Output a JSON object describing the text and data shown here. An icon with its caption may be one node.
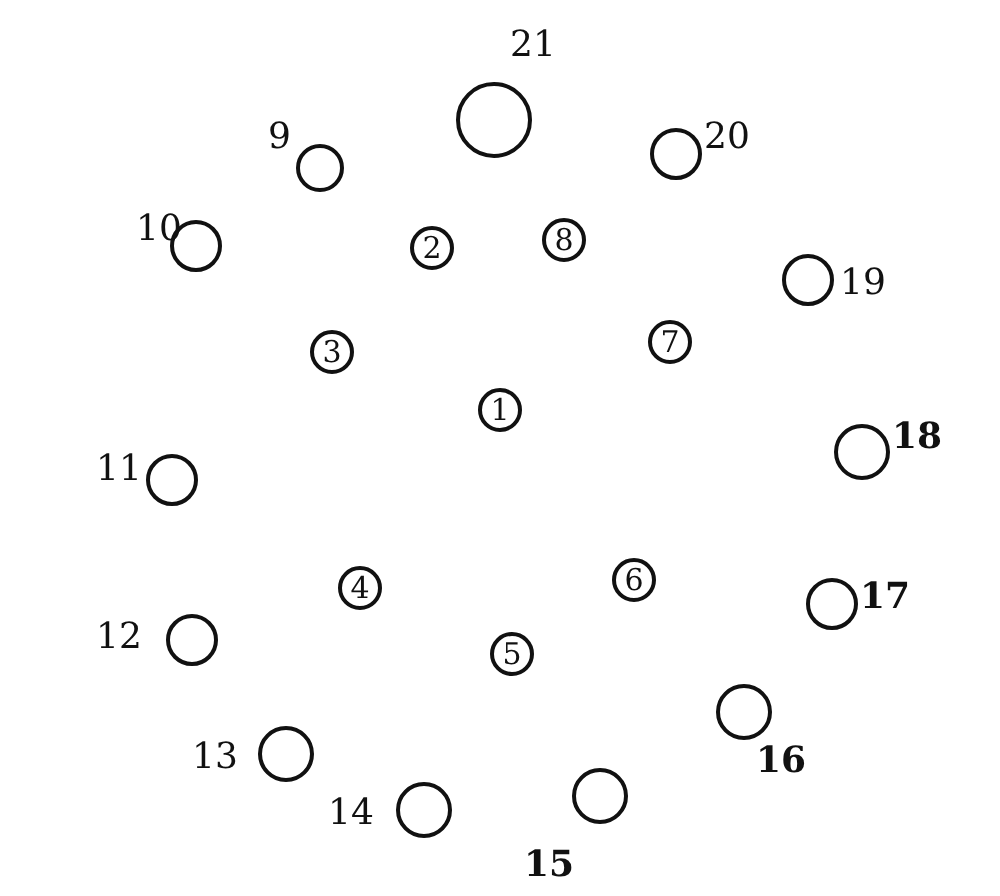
{
  "diagram": {
    "nodes": [
      {
        "text": [
          "1"
        ]
      },
      {
        "text": [
          "2"
        ]
      },
      {
        "text": [
          "3"
        ]
      },
      {
        "text": [
          "4"
        ]
      },
      {
        "text": [
          "5"
        ]
      },
      {
        "text": [
          "6"
        ]
      },
      {
        "text": [
          "7"
        ]
      },
      {
        "text": [
          "8"
        ]
      },
      {
        "text": [],
        "shape": "circle",
        "beside": [
          "9"
        ]
      },
      {
        "text": [],
        "shape": "circle",
        "beside": [
          "10"
        ]
      },
      {
        "text": [],
        "shape": "circle",
        "beside": [
          "11"
        ]
      },
      {
        "text": [],
        "shape": "circle",
        "beside": [
          "12"
        ]
      },
      {
        "text": [],
        "shape": "circle",
        "beside": [
          "13"
        ]
      },
      {
        "text": [],
        "shape": "circle",
        "beside": [
          "14"
        ]
      },
      {
        "text": [],
        "shape": "circle",
        "beside": [
          "15"
        ]
      },
      {
        "text": [],
        "shape": "circle",
        "beside": [
          "16"
        ]
      },
      {
        "text": [],
        "shape": "circle",
        "beside": [
          "17"
        ]
      },
      {
        "text": [],
        "shape": "circle",
        "beside": [
          "18"
        ]
      },
      {
        "text": [],
        "shape": "circle",
        "beside": [
          "19"
        ]
      },
      {
        "text": [],
        "shape": "circle",
        "beside": [
          "20"
        ]
      },
      {
        "text": [],
        "shape": "circle",
        "beside": [
          "21"
        ]
      }
    ]
  }
}
